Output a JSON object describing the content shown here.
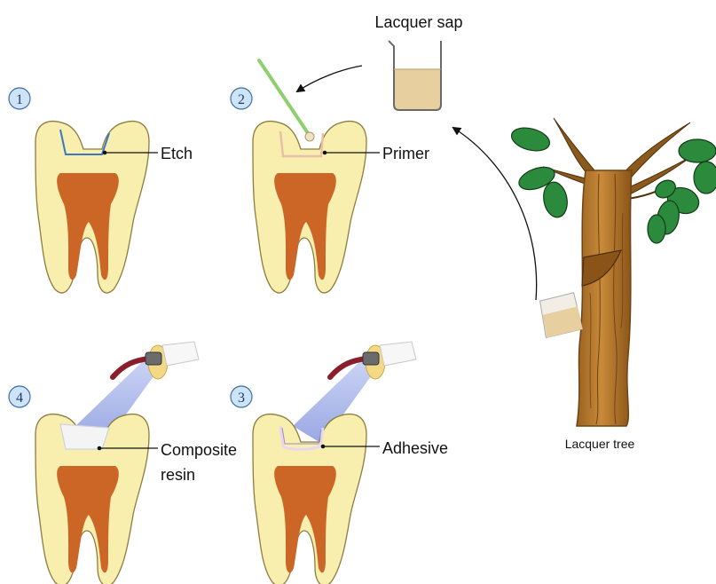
{
  "steps": [
    {
      "number": "1",
      "label": "Etch"
    },
    {
      "number": "2",
      "label": "Primer"
    },
    {
      "number": "3",
      "label": "Adhesive"
    },
    {
      "number": "4",
      "label_lines": [
        "Composite",
        "resin"
      ]
    }
  ],
  "sap_label": "Lacquer sap",
  "tree_label": "Lacquer tree",
  "colors": {
    "enamel": "#f8eeae",
    "enamel_stroke": "#8c7d3f",
    "pulp": "#cc6627",
    "etch_line": "#3b78c4",
    "primer_line": "#e8bfa7",
    "sap": "#e8cf9f",
    "bark": "#b5782e",
    "bark_dark": "#6f4316",
    "leaf": "#2c8a3d",
    "leaf_dark": "#123b18",
    "light_beam": "#a9b6e6",
    "curing_tip": "#8a1f2b",
    "brush_handle": "#8fcf6f"
  }
}
